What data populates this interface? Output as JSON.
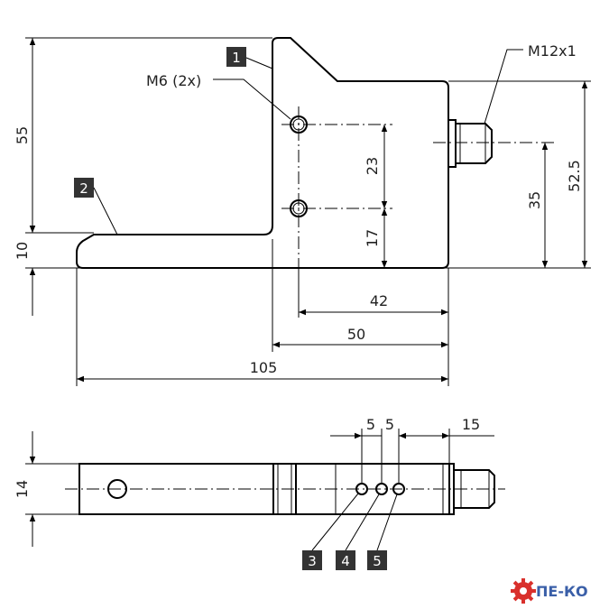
{
  "labels": {
    "thread": "M12x1",
    "holes": "M6 (2x)"
  },
  "dimensions": {
    "height_55": "55",
    "height_10": "10",
    "height_23": "23",
    "height_17": "17",
    "height_35": "35",
    "height_52_5": "52.5",
    "width_42": "42",
    "width_50": "50",
    "width_105": "105",
    "thickness_14": "14",
    "pitch_a": "5",
    "pitch_b": "5",
    "connector_15": "15"
  },
  "callouts": [
    "1",
    "2",
    "3",
    "4",
    "5"
  ],
  "logo": {
    "text": "ПЕ-КО",
    "gear_color": "#d9302c",
    "text_color": "#3a5fa8"
  }
}
